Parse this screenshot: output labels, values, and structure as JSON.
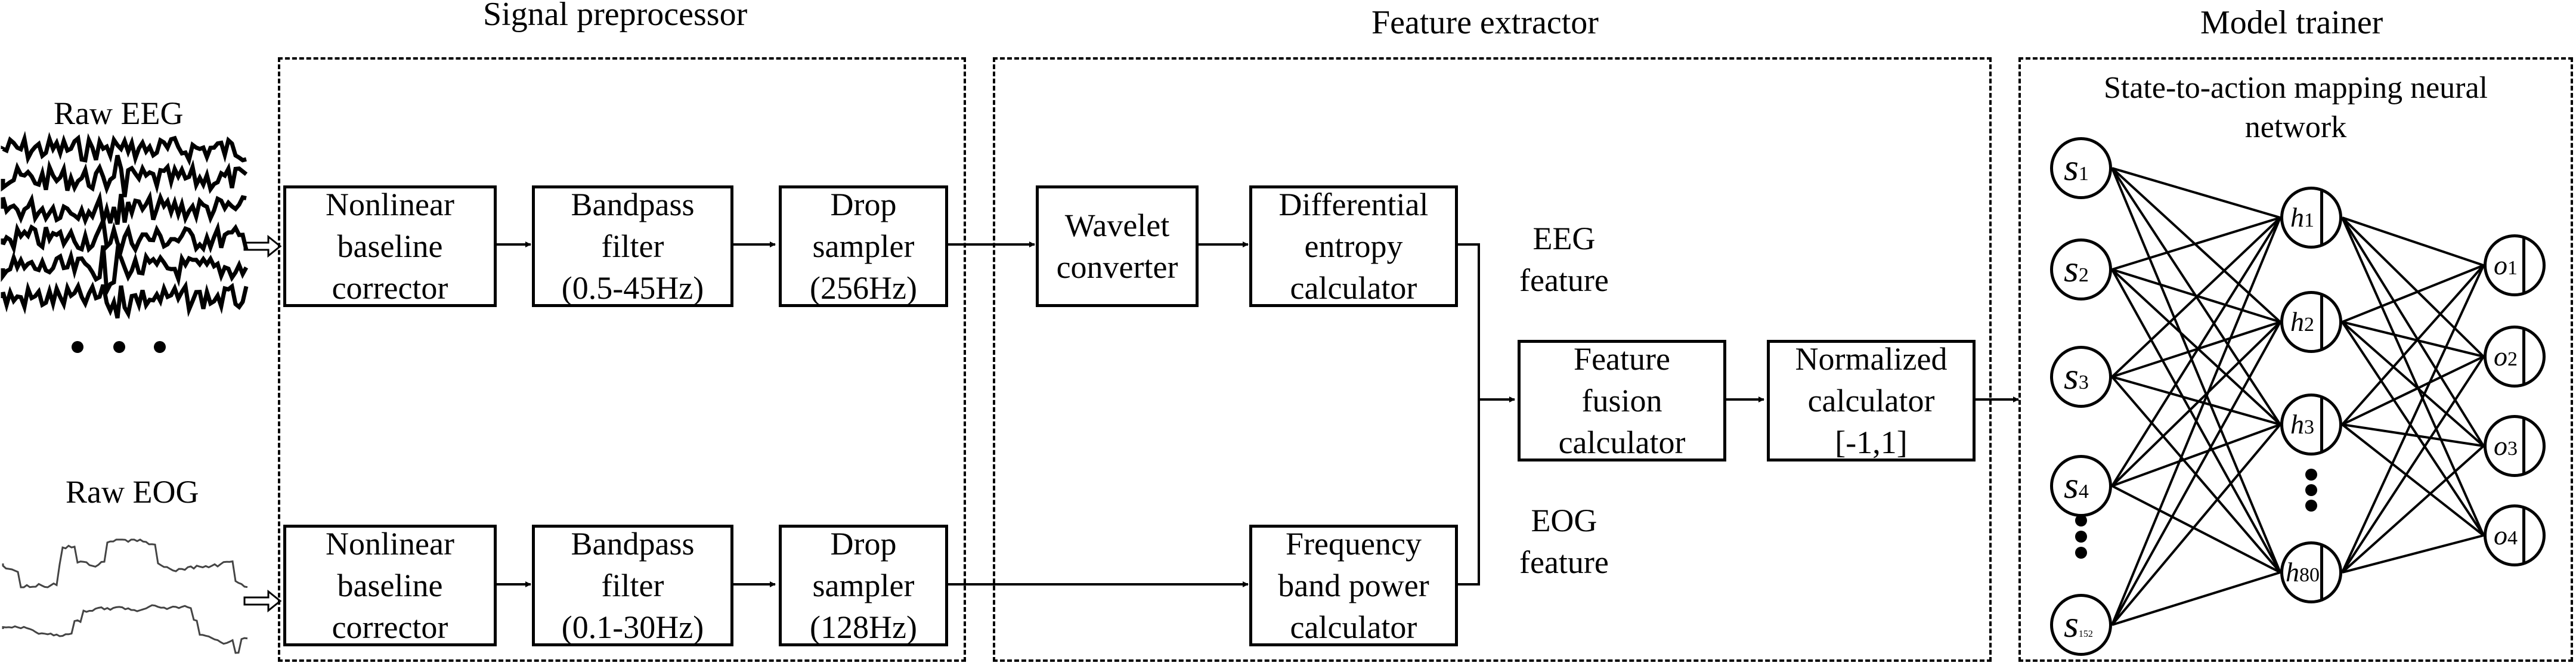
{
  "sections": {
    "preprocessor": "Signal preprocessor",
    "extractor": "Feature extractor",
    "trainer": "Model trainer"
  },
  "inputs": {
    "eeg": "Raw EEG",
    "eog": "Raw EOG"
  },
  "boxes": {
    "baseline_eeg": "Nonlinear\nbaseline\ncorrector",
    "bandpass_eeg": "Bandpass\nfilter\n(0.5-45Hz)",
    "drop_eeg": "Drop\nsampler\n(256Hz)",
    "baseline_eog": "Nonlinear\nbaseline\ncorrector",
    "bandpass_eog": "Bandpass\nfilter\n(0.1-30Hz)",
    "drop_eog": "Drop\nsampler\n(128Hz)",
    "wavelet": "Wavelet\nconverter",
    "diff_entropy": "Differential\nentropy\ncalculator",
    "freq_power": "Frequency\nband power\ncalculator",
    "fusion": "Feature\nfusion\ncalculator",
    "normalized": "Normalized\ncalculator\n[-1,1]"
  },
  "feature_labels": {
    "eeg": "EEG\nfeature",
    "eog": "EOG\nfeature"
  },
  "network": {
    "title": "State-to-action mapping neural\nnetwork",
    "inputs": [
      {
        "sym": "s",
        "sub": "1"
      },
      {
        "sym": "s",
        "sub": "2"
      },
      {
        "sym": "s",
        "sub": "3"
      },
      {
        "sym": "s",
        "sub": "4"
      },
      {
        "sym": "s",
        "sub": "152"
      }
    ],
    "hidden": [
      {
        "sym": "h",
        "sub": "1"
      },
      {
        "sym": "h",
        "sub": "2"
      },
      {
        "sym": "h",
        "sub": "3"
      },
      {
        "sym": "h",
        "sub": "80"
      }
    ],
    "outputs": [
      {
        "sym": "o",
        "sub": "1"
      },
      {
        "sym": "o",
        "sub": "2"
      },
      {
        "sym": "o",
        "sub": "3"
      },
      {
        "sym": "o",
        "sub": "4"
      }
    ]
  }
}
